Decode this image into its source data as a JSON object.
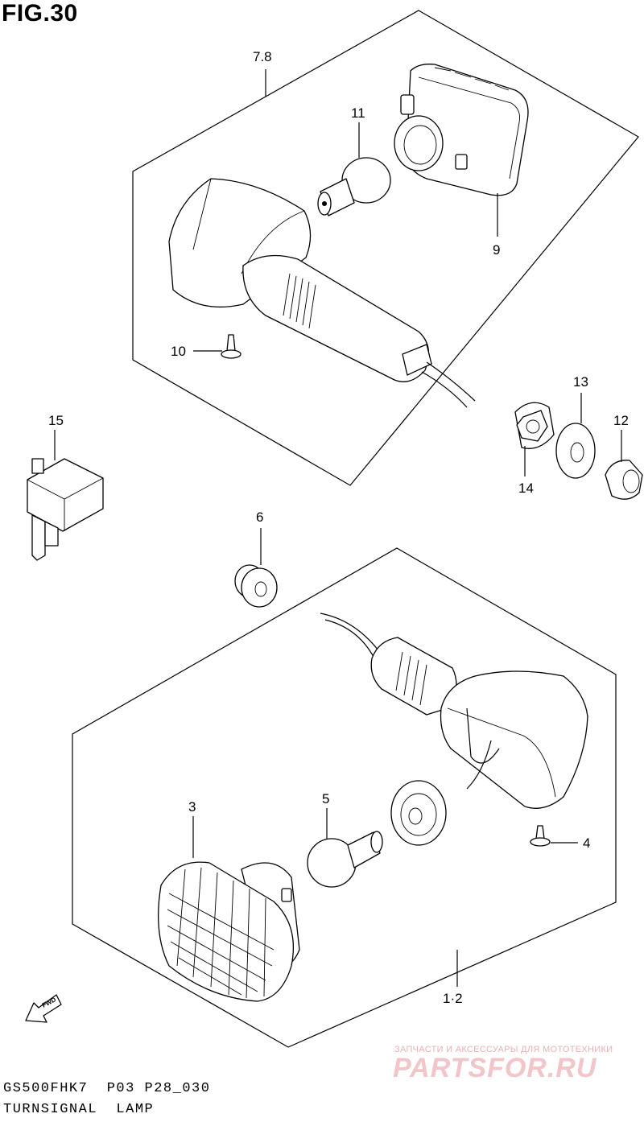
{
  "figure": {
    "title": "FIG.30",
    "model_code": "GS500FHK7  P03 P28_030",
    "name": "TURNSIGNAL  LAMP"
  },
  "callouts": [
    {
      "id": "7-8",
      "label": "7.8"
    },
    {
      "id": "11",
      "label": "11"
    },
    {
      "id": "9",
      "label": "9"
    },
    {
      "id": "10",
      "label": "10"
    },
    {
      "id": "15",
      "label": "15"
    },
    {
      "id": "13",
      "label": "13"
    },
    {
      "id": "12",
      "label": "12"
    },
    {
      "id": "14",
      "label": "14"
    },
    {
      "id": "6",
      "label": "6"
    },
    {
      "id": "3",
      "label": "3"
    },
    {
      "id": "5",
      "label": "5"
    },
    {
      "id": "4",
      "label": "4"
    },
    {
      "id": "1-2",
      "label": "1·2"
    }
  ],
  "direction_tag": "FWD",
  "watermark": {
    "line1": "ЗАПЧАСТИ И АКСЕССУАРЫ ДЛЯ МОТОТЕХНИКИ",
    "line2": "PARTSFOR.RU"
  }
}
